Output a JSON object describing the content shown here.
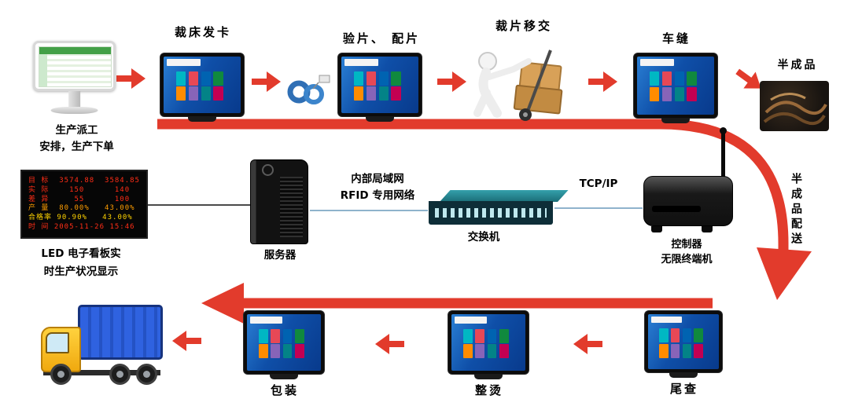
{
  "stations": {
    "planning": {
      "line1": "生产派工",
      "line2": "安排，生产下单"
    },
    "cutting": "裁床发卡",
    "matching": "验片、 配片",
    "transfer": "裁片移交",
    "sewing": "车缝",
    "semi_finished": "半成品",
    "packing": "包装",
    "ironing": "整烫",
    "tail_check": "尾查"
  },
  "middle": {
    "led_caption_line1": "LED 电子看板实",
    "led_caption_line2": "时生产状况显示",
    "server": "服务器",
    "lan_line1": "内部局域网",
    "lan_line2": "RFID 专用网络",
    "switch": "交换机",
    "tcpip": "TCP/IP",
    "controller_line1": "控制器",
    "controller_line2": "无限终端机"
  },
  "led_rows": [
    "目 标  3574.88  3584.85",
    "实 际    150      140",
    "差 异     55      100",
    "产 量  80.00%   43.00%",
    "合格率 90.90%   43.00%",
    "时 间 2005-11-26 15:46"
  ],
  "flow": {
    "semi_delivery_vertical": "半成品配送"
  },
  "colors": {
    "flow_red": "#e23b2c",
    "led_text": "#ff2d16",
    "screen_blue": "#0f4fa8",
    "switch_teal": "#2c95a0",
    "truck_blue": "#2f62e0",
    "truck_yellow": "#ffd23e"
  }
}
